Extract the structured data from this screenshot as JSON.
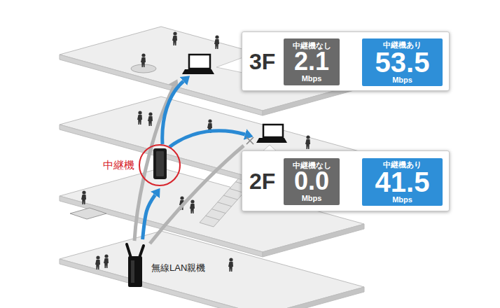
{
  "diagram": {
    "nodes": [
      {
        "text": [
          "3F"
        ]
      },
      {
        "text": [
          "中継機なし",
          "2.1",
          "Mbps"
        ],
        "in": 0
      },
      {
        "text": [
          "中継機あり",
          "53.5",
          "Mbps"
        ],
        "in": 0
      },
      {
        "text": [
          "中継機"
        ]
      },
      {
        "text": [
          "2F"
        ]
      },
      {
        "text": [
          "中継機なし",
          "0.0",
          "Mbps"
        ],
        "in": 4
      },
      {
        "text": [
          "中継機あり",
          "41.5",
          "Mbps"
        ],
        "in": 4
      },
      {
        "text": [
          "無線LAN親機"
        ]
      }
    ],
    "edges": [
      {
        "from": 1,
        "to": 2,
        "arrow": "to"
      },
      {
        "from": 5,
        "to": 6,
        "arrow": "to"
      },
      {
        "from": 7,
        "to": 3,
        "arrow": "to"
      }
    ]
  }
}
